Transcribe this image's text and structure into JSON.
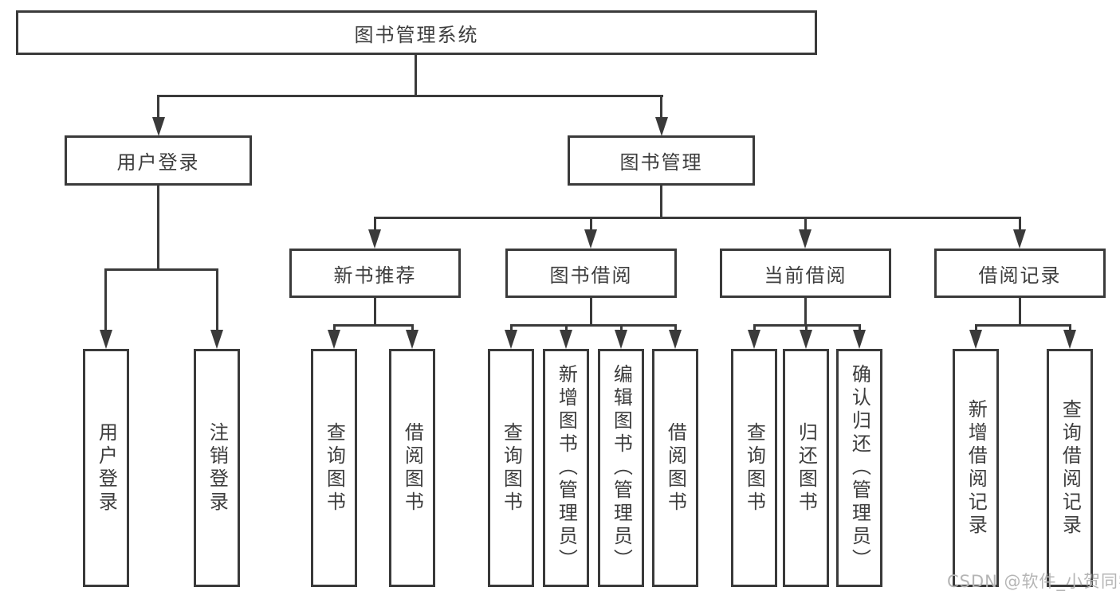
{
  "diagram": {
    "root": {
      "label": "图书管理系统"
    },
    "branches": [
      {
        "label": "用户登录",
        "children": [
          "用户登录",
          "注销登录"
        ]
      },
      {
        "label": "图书管理",
        "sections": [
          {
            "label": "新书推荐",
            "children": [
              "查询图书",
              "借阅图书"
            ]
          },
          {
            "label": "图书借阅",
            "children": [
              "查询图书",
              "新增图书（管理员）",
              "编辑图书（管理员）",
              "借阅图书"
            ]
          },
          {
            "label": "当前借阅",
            "children": [
              "查询图书",
              "归还图书",
              "确认归还（管理员）"
            ]
          },
          {
            "label": "借阅记录",
            "children": [
              "新增借阅记录",
              "查询借阅记录"
            ]
          }
        ]
      }
    ]
  },
  "watermark": {
    "text": "CSDN @软件_小贺同学"
  },
  "colors": {
    "line": "#3a3a3a",
    "text": "#3d3d3d",
    "box_fill": "#ffffff",
    "watermark": "#b5b5b5",
    "background": "#ffffff"
  }
}
